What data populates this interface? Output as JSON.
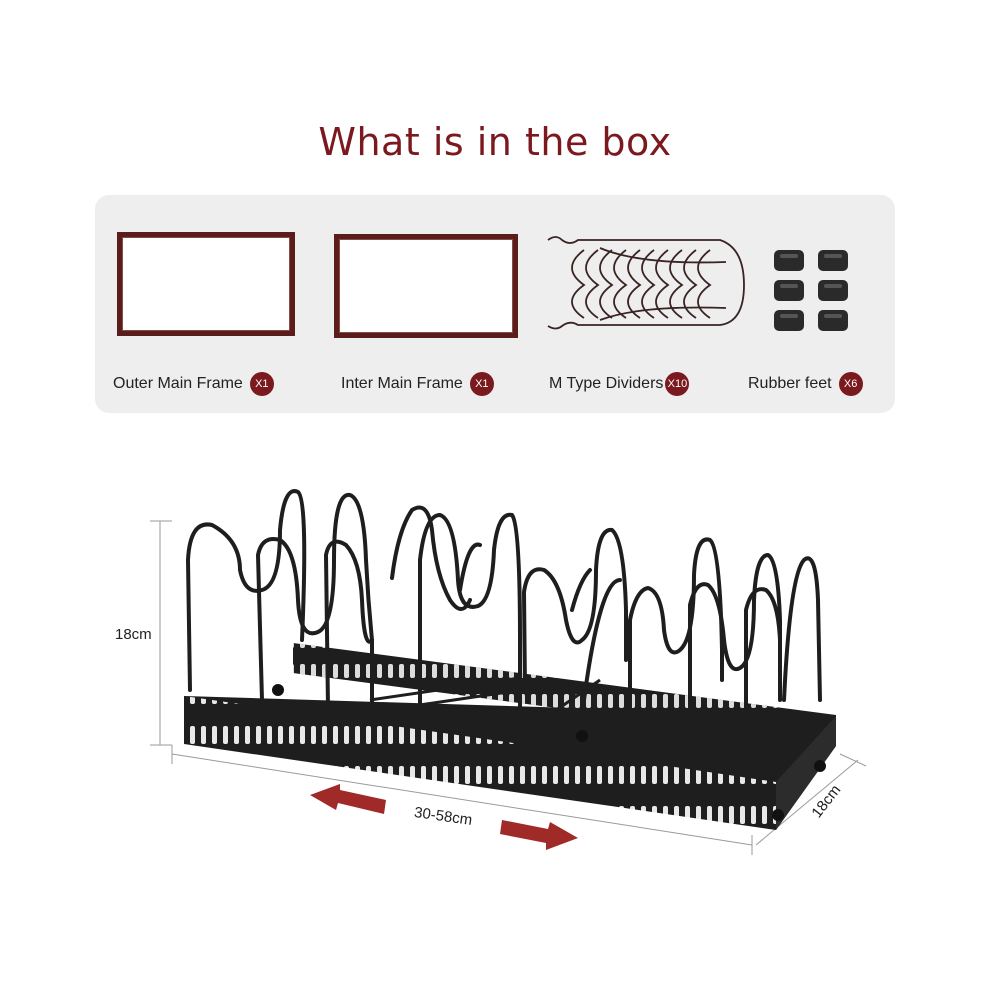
{
  "title": "What is in the box",
  "box_items": [
    {
      "label": "Outer Main Frame",
      "qty": "X1"
    },
    {
      "label": "Inter Main Frame",
      "qty": "X1"
    },
    {
      "label": "M Type Dividers",
      "qty": "X10"
    },
    {
      "label": "Rubber feet",
      "qty": "X6"
    }
  ],
  "dimensions": {
    "height": "18cm",
    "length": "30-58cm",
    "depth": "18cm"
  },
  "colors": {
    "accent": "#7a1a1f",
    "panel": "#eeeeee",
    "rack": "#1e1e1e",
    "arrow": "#a02a28"
  }
}
